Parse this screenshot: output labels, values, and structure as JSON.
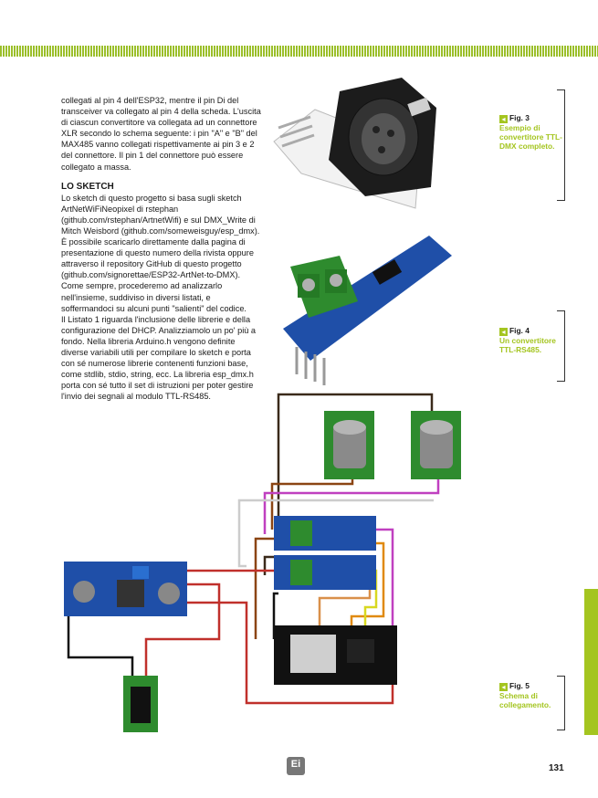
{
  "paragraphs": [
    "collegati al pin 4 dell'ESP32, mentre il pin Di del transceiver va collegato al pin 4 della scheda. L'uscita di ciascun convertitore va collegata ad un connettore XLR secondo lo schema seguente: i pin \"A\" e \"B\" del MAX485 vanno collegati rispettivamente ai pin 3 e 2 del connettore. Il pin 1 del connettore può essere collegato a massa.",
    "Lo sketch di questo progetto si basa sugli sketch ArtNetWiFiNeopixel di rstephan (github.com/rstephan/ArtnetWifi) e sul DMX_Write di Mitch Weisbord (github.com/someweisguy/esp_dmx).",
    "È possibile scaricarlo direttamente dalla pagina di presentazione di questo numero della rivista oppure attraverso il repository GitHub di questo progetto (github.com/signorettae/ESP32-ArtNet-to-DMX).",
    "Come sempre, procederemo ad analizzarlo nell'insieme, suddiviso in diversi listati, e soffermandoci su alcuni punti \"salienti\" del codice.",
    "Il Listato 1 riguarda l'inclusione delle librerie e della configurazione del DHCP. Analizziamolo un po' più a fondo. Nella libreria Arduino.h vengono definite diverse variabili utili per compilare lo sketch e porta con sé numerose librerie contenenti funzioni base, come stdlib, stdio, string, ecc. La libreria esp_dmx.h porta con sé tutto il set di istruzioni per poter gestire l'invio dei segnali al modulo TTL-RS485."
  ],
  "heading": "LO SKETCH",
  "captions": {
    "fig3": {
      "label": "Fig. 3",
      "text": "Esempio di convertitore TTL-DMX completo."
    },
    "fig4": {
      "label": "Fig. 4",
      "text": "Un convertitore TTL-RS485."
    },
    "fig5": {
      "label": "Fig. 5",
      "text": "Schema di collegamento."
    }
  },
  "page_number": "131",
  "logo_text": "Ei",
  "colors": {
    "accent": "#a4c520",
    "pcb_blue": "#1f4fa8",
    "pcb_green": "#2e8b2e"
  }
}
